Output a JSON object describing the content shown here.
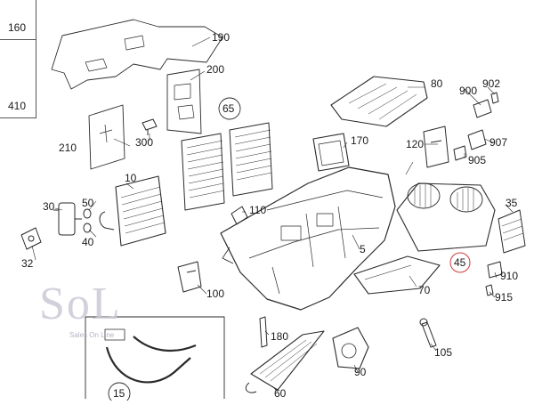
{
  "side_panel": {
    "items": [
      {
        "id": "160",
        "label": "160"
      },
      {
        "id": "410",
        "label": "410"
      }
    ]
  },
  "parts": {
    "p190": "190",
    "p200": "200",
    "p65": "65",
    "p210": "210",
    "p300": "300",
    "p10": "10",
    "p30": "30",
    "p50": "50",
    "p40": "40",
    "p32": "32",
    "p110": "110",
    "p170": "170",
    "p80": "80",
    "p900": "900",
    "p902": "902",
    "p120": "120",
    "p907": "907",
    "p905": "905",
    "p5": "5",
    "p35": "35",
    "p45": "45",
    "p910": "910",
    "p915": "915",
    "p70": "70",
    "p100": "100",
    "p180": "180",
    "p105": "105",
    "p90": "90",
    "p60": "60",
    "p15": "15"
  },
  "watermark": {
    "logo_text": "SoL",
    "tagline": "Sales On Line"
  },
  "colors": {
    "line": "#2a2a2a",
    "circle_red": "#d23b3b",
    "watermark": "#c9c9d6"
  }
}
